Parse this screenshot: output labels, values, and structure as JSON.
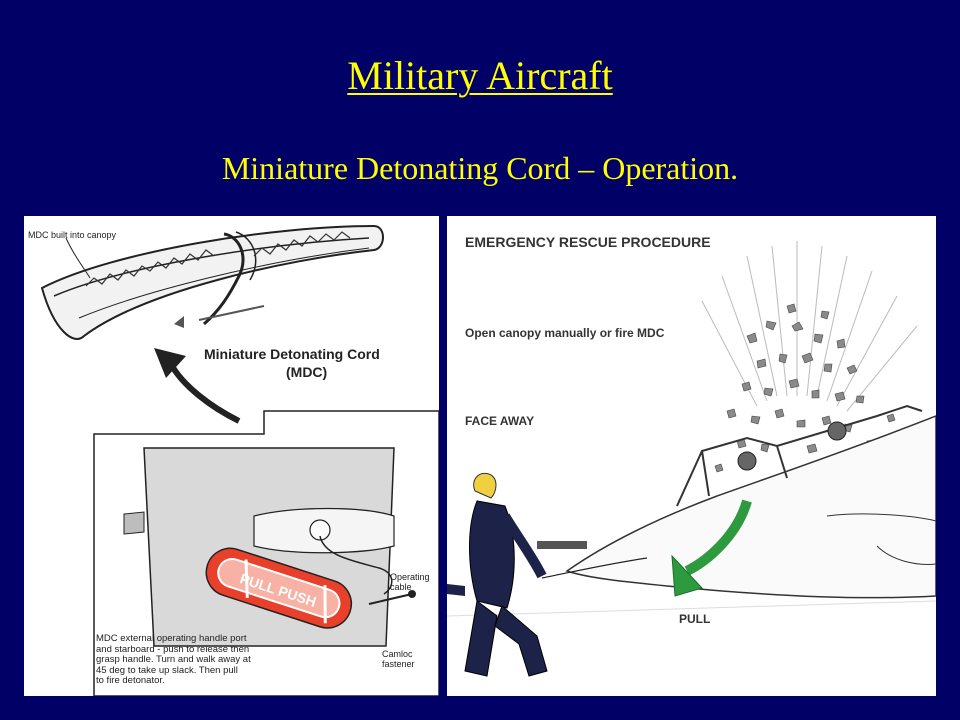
{
  "slide": {
    "title": "Military Aircraft",
    "subtitle": "Miniature Detonating Cord – Operation."
  },
  "left_panel": {
    "canopy_label": "MDC built into canopy",
    "mdc_label_line1": "Miniature Detonating Cord",
    "mdc_label_line2": "(MDC)",
    "handle_text": "PULL PUSH",
    "operating_cable_line1": "Operating",
    "operating_cable_line2": "cable",
    "camloc_line1": "Camloc",
    "camloc_line2": "fastener",
    "caption_lines": [
      "MDC external operating handle port",
      "and starboard - push to release then",
      "grasp handle. Turn and walk away at",
      "45 deg to take up slack. Then pull",
      "to fire detonator."
    ]
  },
  "right_panel": {
    "heading": "EMERGENCY RESCUE PROCEDURE",
    "step1": "Open canopy manually or fire MDC",
    "step2": "FACE AWAY",
    "pull_label": "PULL"
  },
  "colors": {
    "background": "#000066",
    "title": "#ffff00",
    "handle_red": "#e8402a",
    "arrow_green": "#2e9a3e",
    "helmet_yellow": "#f0d040",
    "suit_navy": "#1c2248"
  }
}
